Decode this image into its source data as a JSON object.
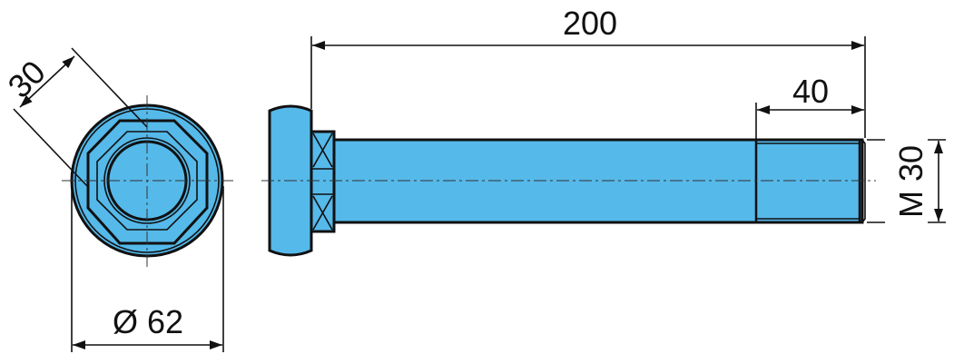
{
  "drawing": {
    "fill_color": "#55b9ea",
    "dimensions": {
      "overall_length": "200",
      "thread_length": "40",
      "thread_size": "M 30",
      "head_diameter": "Ø 62",
      "nut_width": "30"
    }
  }
}
